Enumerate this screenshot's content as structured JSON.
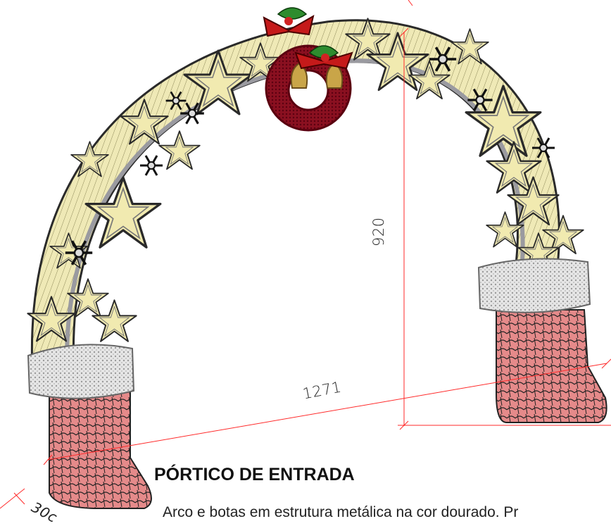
{
  "dimensions": {
    "height": "920",
    "width": "1271",
    "depth": "30c"
  },
  "title": "PÓRTICO DE ENTRADA",
  "description": "Arco e botas em estrutura metálica na cor dourado. Pr",
  "colors": {
    "dimension_line": "#ff2a2a",
    "star_fill": "#f2eab0",
    "boot_red": "#e37d7d",
    "wreath_red": "#8a1020",
    "fur_white": "#e8e8e8",
    "arch_gold": "#e8e2a8"
  }
}
